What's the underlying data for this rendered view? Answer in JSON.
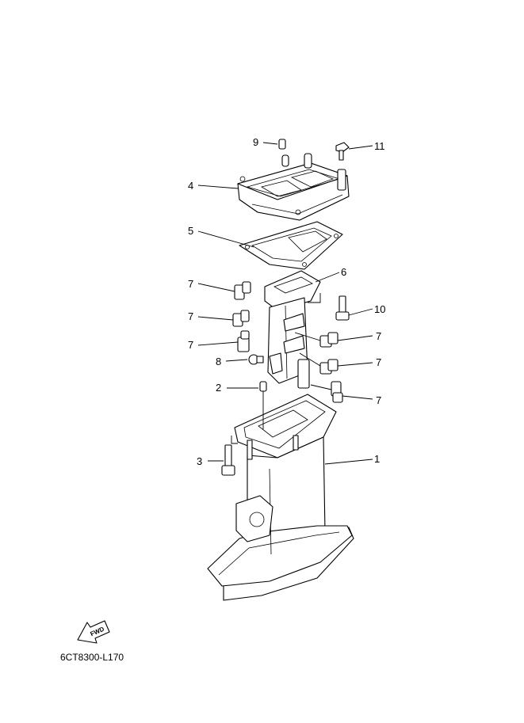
{
  "diagram": {
    "callouts": [
      {
        "id": "1",
        "label": "1"
      },
      {
        "id": "2",
        "label": "2"
      },
      {
        "id": "3",
        "label": "3"
      },
      {
        "id": "4",
        "label": "4"
      },
      {
        "id": "5",
        "label": "5"
      },
      {
        "id": "6",
        "label": "6"
      },
      {
        "id": "7a",
        "label": "7"
      },
      {
        "id": "7b",
        "label": "7"
      },
      {
        "id": "7c",
        "label": "7"
      },
      {
        "id": "7d",
        "label": "7"
      },
      {
        "id": "7e",
        "label": "7"
      },
      {
        "id": "7f",
        "label": "7"
      },
      {
        "id": "8",
        "label": "8"
      },
      {
        "id": "9",
        "label": "9"
      },
      {
        "id": "10",
        "label": "10"
      },
      {
        "id": "11",
        "label": "11"
      }
    ],
    "fwd_label": "FWD",
    "drawing_code": "6CT8300-L170"
  }
}
